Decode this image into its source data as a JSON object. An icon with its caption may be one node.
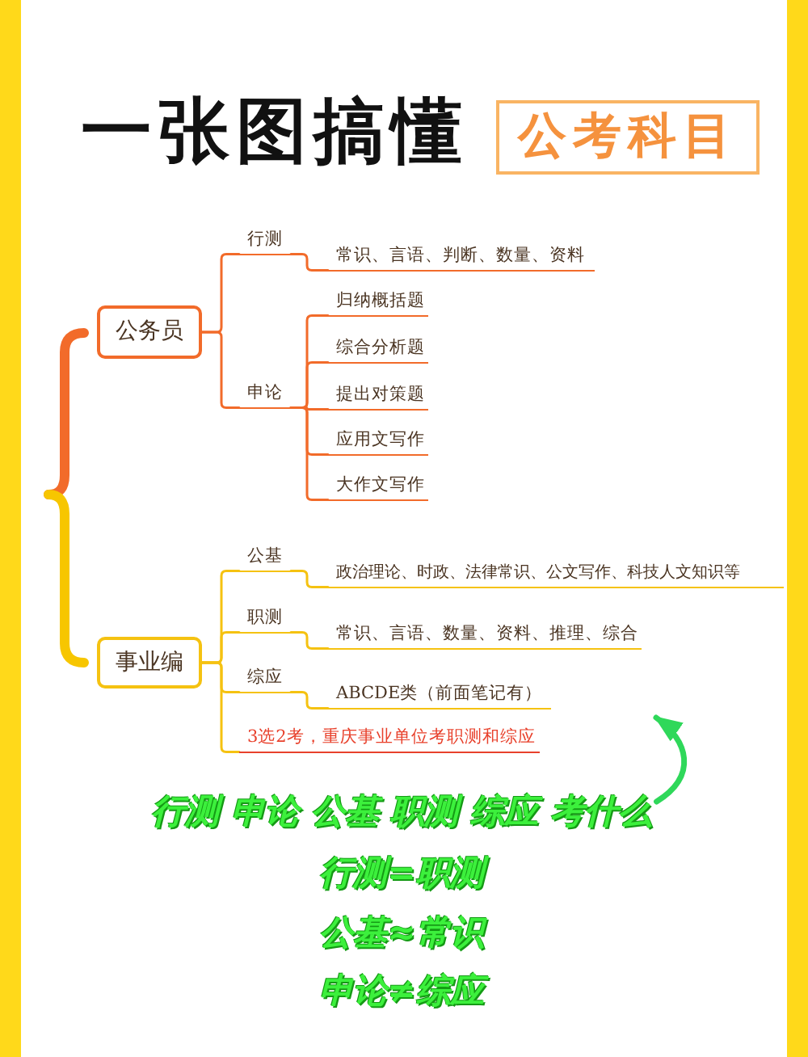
{
  "diagram": {
    "title": "一张图搞懂",
    "nodes": [
      {
        "text": [
          "公考科目"
        ]
      },
      {
        "text": [
          "公务员"
        ]
      },
      {
        "text": [
          "行测"
        ]
      },
      {
        "text": [
          "常识、言语、判断、数量、资料"
        ]
      },
      {
        "text": [
          "申论"
        ]
      },
      {
        "text": [
          "归纳概括题"
        ]
      },
      {
        "text": [
          "综合分析题"
        ]
      },
      {
        "text": [
          "提出对策题"
        ]
      },
      {
        "text": [
          "应用文写作"
        ]
      },
      {
        "text": [
          "大作文写作"
        ]
      },
      {
        "text": [
          "事业编"
        ]
      },
      {
        "text": [
          "公基"
        ]
      },
      {
        "text": [
          "政治理论、时政、法律常识、公文写作、科技人文知识等"
        ]
      },
      {
        "text": [
          "职测"
        ]
      },
      {
        "text": [
          "常识、言语、数量、资料、推理、综合"
        ]
      },
      {
        "text": [
          "综应"
        ]
      },
      {
        "text": [
          "ABCDE类（前面笔记有）"
        ]
      },
      {
        "text": [
          "3选2考，重庆事业单位考职测和综应"
        ]
      },
      {
        "text": [
          "行测 申论 公基 职测 综应 考什么"
        ]
      }
    ],
    "edges": [
      {
        "from": 1,
        "to": 2,
        "arrow": "none"
      },
      {
        "from": 1,
        "to": 4,
        "arrow": "none"
      },
      {
        "from": 2,
        "to": 3,
        "arrow": "none"
      },
      {
        "from": 4,
        "to": 5,
        "arrow": "none"
      },
      {
        "from": 4,
        "to": 6,
        "arrow": "none"
      },
      {
        "from": 4,
        "to": 7,
        "arrow": "none"
      },
      {
        "from": 4,
        "to": 8,
        "arrow": "none"
      },
      {
        "from": 4,
        "to": 9,
        "arrow": "none"
      },
      {
        "from": 10,
        "to": 11,
        "arrow": "none",
        "color": "#f5c211"
      },
      {
        "from": 10,
        "to": 13,
        "arrow": "none",
        "color": "#f5c211"
      },
      {
        "from": 10,
        "to": 15,
        "arrow": "none",
        "color": "#f5c211"
      },
      {
        "from": 10,
        "to": 17,
        "arrow": "none",
        "color": "#f5c211"
      },
      {
        "from": 11,
        "to": 12,
        "arrow": "none",
        "color": "#f5c211"
      },
      {
        "from": 13,
        "to": 14,
        "arrow": "none",
        "color": "#f5c211"
      },
      {
        "from": 15,
        "to": 16,
        "arrow": "none",
        "color": "#f5c211"
      },
      {
        "from": 18,
        "to": null,
        "arrow": "to",
        "style": "thick",
        "color": "#2fd85a"
      }
    ],
    "labels": [
      "行测=职测",
      "公基≈常识",
      "申论≠综应"
    ]
  }
}
